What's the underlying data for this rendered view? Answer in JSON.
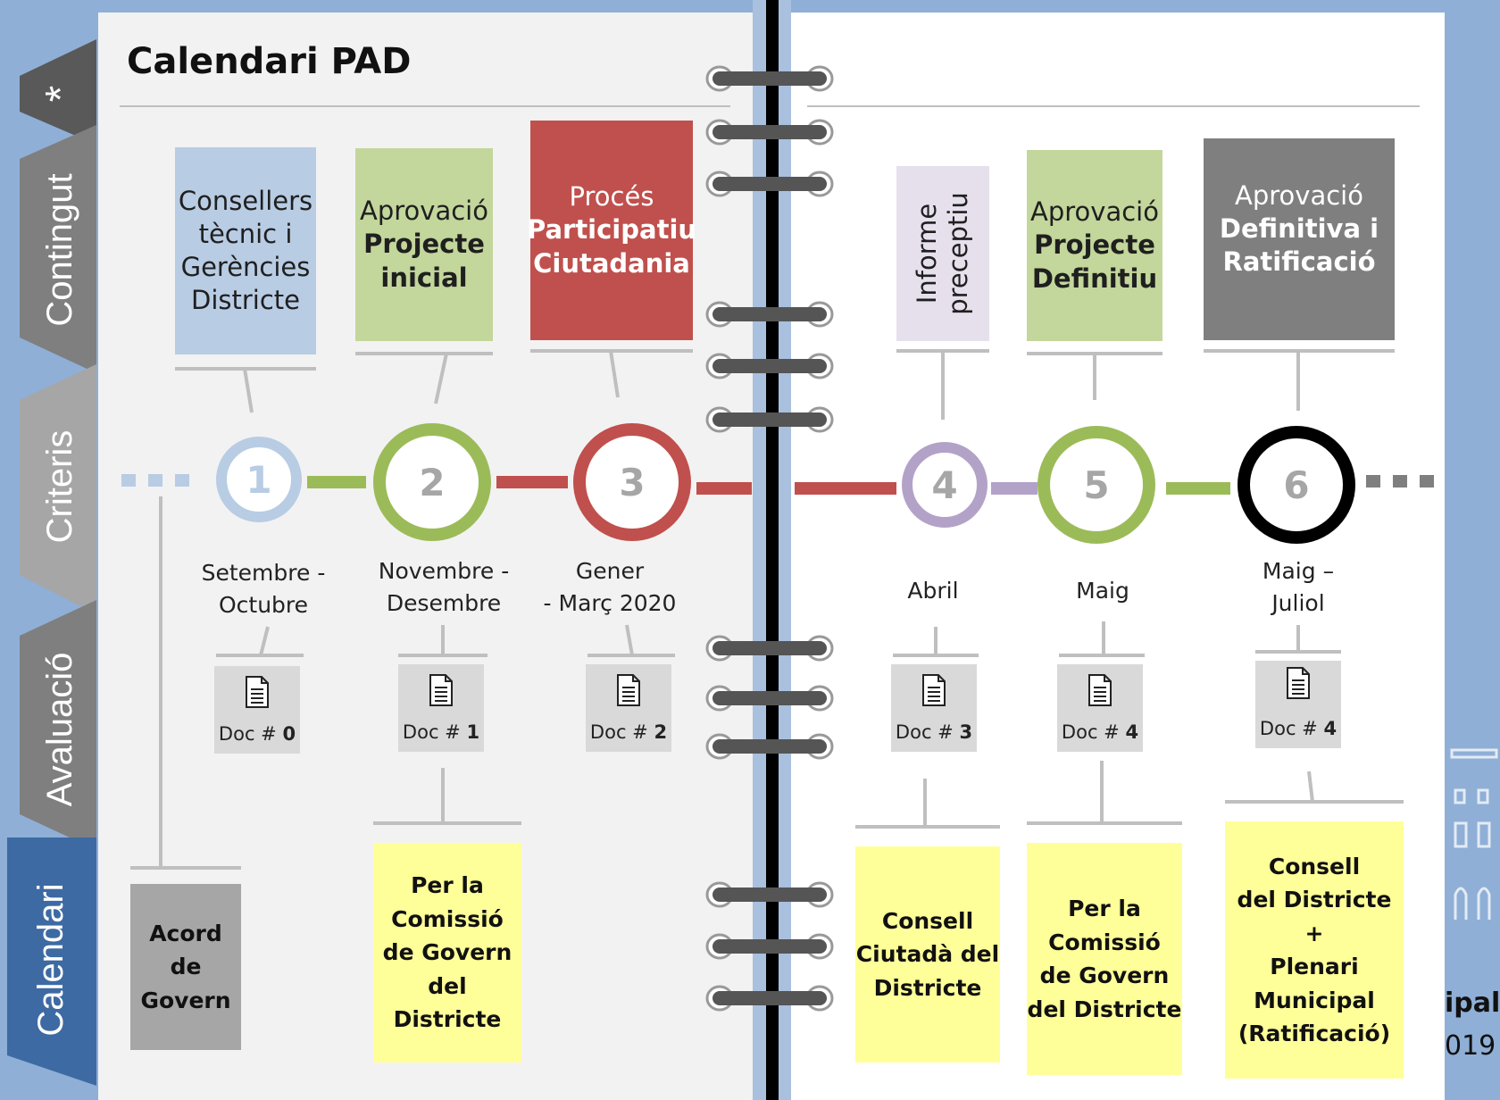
{
  "side_tabs": [
    {
      "label": "*"
    },
    {
      "label": "Contingut"
    },
    {
      "label": "Criteris"
    },
    {
      "label": "Avaluació"
    },
    {
      "label": "Calendari"
    }
  ],
  "title": "Calendari PAD",
  "background_text": {
    "line1": "ipal",
    "line2": "019"
  },
  "steps": [
    {
      "number": "1",
      "header_lines": [
        "Consellers",
        "tècnic i",
        "Gerències",
        "Districte"
      ],
      "header_bold_lines": [],
      "date_lines": [
        "Setembre -",
        "Octubre"
      ],
      "doc_prefix": "Doc #",
      "doc_number": "0"
    },
    {
      "number": "2",
      "header_lines": [
        "Aprovació"
      ],
      "header_bold_lines": [
        "Projecte",
        "inicial"
      ],
      "date_lines": [
        "Novembre -",
        "Desembre"
      ],
      "doc_prefix": "Doc #",
      "doc_number": "1"
    },
    {
      "number": "3",
      "header_lines": [
        "Procés"
      ],
      "header_bold_lines": [
        "Participatiu",
        "Ciutadania"
      ],
      "date_lines": [
        "Gener",
        "- Març 2020"
      ],
      "doc_prefix": "Doc #",
      "doc_number": "2"
    },
    {
      "number": "4",
      "header_lines": [
        "Informe",
        "preceptiu"
      ],
      "header_bold_lines": [],
      "date_lines": [
        "Abril"
      ],
      "doc_prefix": "Doc #",
      "doc_number": "3"
    },
    {
      "number": "5",
      "header_lines": [
        "Aprovació"
      ],
      "header_bold_lines": [
        "Projecte",
        "Definitiu"
      ],
      "date_lines": [
        "Maig"
      ],
      "doc_prefix": "Doc #",
      "doc_number": "4"
    },
    {
      "number": "6",
      "header_lines": [
        "Aprovació"
      ],
      "header_bold_lines": [
        "Definitiva i",
        "Ratificació"
      ],
      "date_lines": [
        "Maig –",
        "Juliol"
      ],
      "doc_prefix": "Doc #",
      "doc_number": "4"
    }
  ],
  "notes": [
    {
      "lines": [
        "Acord",
        "de",
        "Govern"
      ]
    },
    {
      "lines": [
        "Per la",
        "Comissió",
        "de Govern",
        "del Districte"
      ]
    },
    {
      "lines": [
        "Consell",
        "Ciutadà del",
        "Districte"
      ]
    },
    {
      "lines": [
        "Per la",
        "Comissió",
        "de Govern",
        "del Districte"
      ]
    },
    {
      "lines": [
        "Consell",
        "del Districte",
        "+",
        "Plenari",
        "Municipal",
        "(Ratificació)"
      ]
    }
  ],
  "colors": {
    "step1": "#b8cce4",
    "step2": "#9bbb59",
    "step3": "#c0504d",
    "step4": "#b3a2c7",
    "step5": "#9bbb59",
    "step6": "#000000",
    "header1_bg": "#b8cce4",
    "header2_bg": "#c3d69b",
    "header3_bg": "#c0504d",
    "header4_bg": "#e6e0ec",
    "header5_bg": "#c3d69b",
    "header6_bg": "#7f7f7f",
    "note_yellow": "#ffff99",
    "note_gray": "#a6a6a6",
    "tab_active": "#3d6aa3"
  },
  "icons": {
    "doc": "document-icon",
    "spiral": "spiral-ring"
  }
}
